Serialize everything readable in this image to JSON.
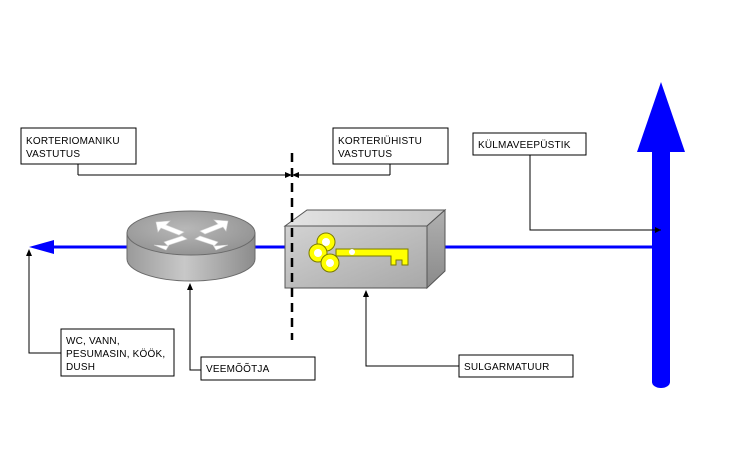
{
  "labels": {
    "owner_responsibility_line1": "KORTERIOMANIKU",
    "owner_responsibility_line2": "VASTUTUS",
    "association_responsibility_line1": "KORTERIÜHISTU",
    "association_responsibility_line2": "VASTUTUS",
    "cold_water_riser": "KÜLMAVEEPÜSTIK",
    "fixtures_line1": "WC, VANN,",
    "fixtures_line2": "PESUMASIN, KÖÖK,",
    "fixtures_line3": "DUSH",
    "water_meter": "VEEMÕÕTJA",
    "shutoff_valve": "SULGARMATUUR"
  },
  "colors": {
    "pipe": "#0000ff",
    "key": "#ffff00",
    "valve_box": "#c0c0c0",
    "meter_body": "#a9a9a9"
  },
  "icons": {
    "water_meter": "router-arrows-icon",
    "shutoff_valve": "key-icon"
  }
}
